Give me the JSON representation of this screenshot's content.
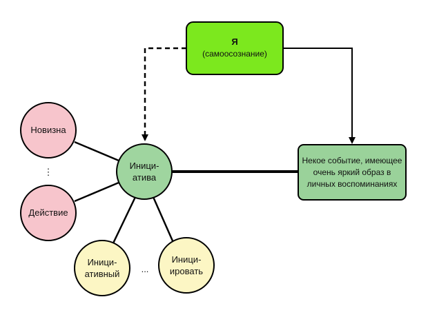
{
  "colors": {
    "self_fill": "#7CE81E",
    "event_fill": "#9AD29A",
    "center_fill": "#9FD59F",
    "pink_fill": "#F7C5CC",
    "yellow_fill": "#FCF6C4",
    "stroke": "#000000"
  },
  "self_box": {
    "title": "Я",
    "subtitle": "(самоосознание)"
  },
  "event_box": {
    "lines": [
      "Некое событие, имеющее",
      "очень яркий образ в",
      "личных воспоминаниях"
    ]
  },
  "center": {
    "lines": [
      "Иници-",
      "атива"
    ]
  },
  "left_nodes": {
    "top": "Новизна",
    "ellipsis": "⋮",
    "bottom": "Действие"
  },
  "bottom_nodes": {
    "left": [
      "Иници-",
      "ативный"
    ],
    "ellipsis": "...",
    "right": [
      "Иници-",
      "ировать"
    ]
  }
}
